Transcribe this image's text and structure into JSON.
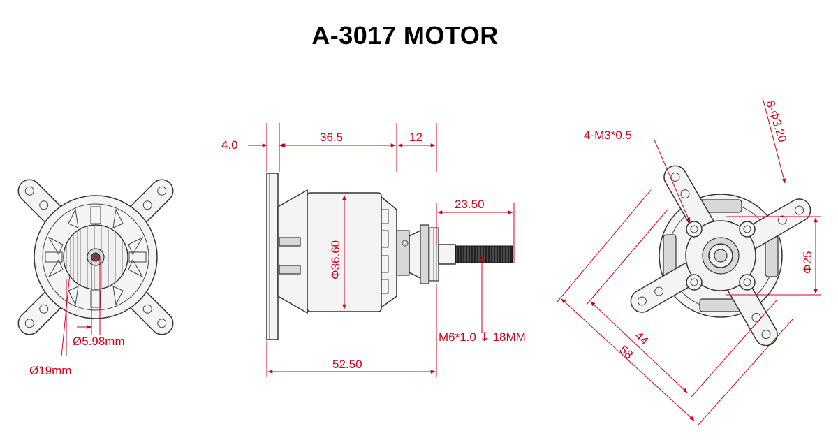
{
  "title": "A-3017 MOTOR",
  "colors": {
    "dimension": "#d0021b",
    "outline": "#333333",
    "background": "#ffffff"
  },
  "front_view": {
    "shaft_diameter_label": "Ø5.98mm",
    "hub_diameter_label": "Ø19mm"
  },
  "side_view": {
    "mount_thickness_label": "4.0",
    "body_length_label": "36.5",
    "front_section_label": "12",
    "shaft_length_label": "23.50",
    "body_diameter_label": "Φ36.60",
    "shaft_thread_label": "M6*1.0 ↧ 18MM",
    "total_length_label": "52.50"
  },
  "rear_view": {
    "screw_holes_label": "4-M3*0.5",
    "mount_holes_label": "8-Φ3.20",
    "inner_spacing_label": "Φ25",
    "inner_hole_spacing_label": "44",
    "outer_hole_spacing_label": "58"
  }
}
